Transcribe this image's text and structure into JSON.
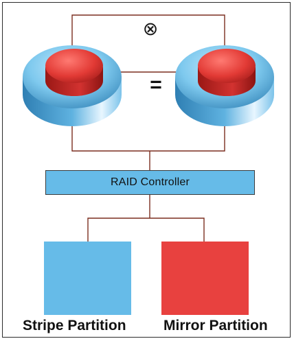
{
  "diagram": {
    "operator_symbol": "⊗",
    "equals_symbol": "=",
    "controller_label": "RAID Controller",
    "partitions": [
      {
        "label": "Stripe Partition",
        "color": "#66bbe8"
      },
      {
        "label": "Mirror Partition",
        "color": "#e8413f"
      }
    ],
    "disk_colors": {
      "platter": "#7ec9ee",
      "platter_edge": "#3f8fc0",
      "core": "#e23a35"
    }
  }
}
